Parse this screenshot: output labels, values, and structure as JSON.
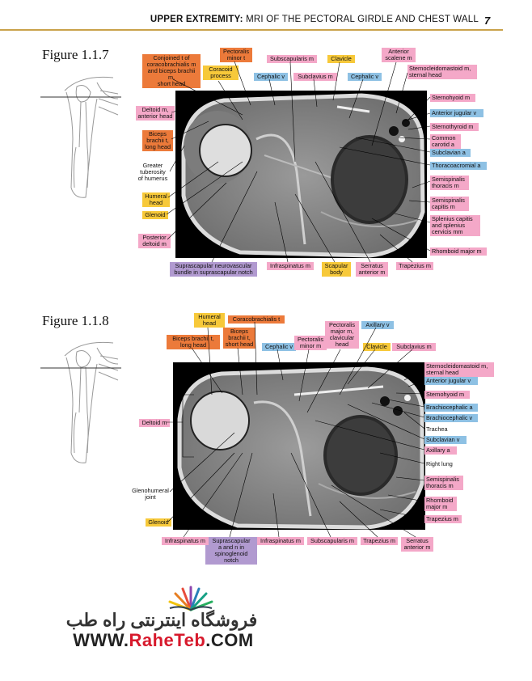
{
  "header": {
    "title_bold": "UPPER EXTREMITY:",
    "title_rest": "MRI OF THE PECTORAL GIRDLE AND CHEST WALL",
    "page_number": "7"
  },
  "figure1": {
    "title": "Figure 1.1.7",
    "labels": {
      "conjoined_t": "Conjoined t of\ncoracobrachialis m\nand biceps brachii m,\nshort head",
      "coracoid_process": "Coracoid\nprocess",
      "pectoralis_minor_t": "Pectoralis\nminor t",
      "cephalic_v": "Cephalic v",
      "subscapularis_m": "Subscapularis m",
      "subclavius_m": "Subclavius m",
      "clavicle": "Clavicle",
      "cephalic_v2": "Cephalic v",
      "anterior_scalene_m": "Anterior\nscalene m",
      "sternocleidomastoid": "Sternocleidomastoid m,\nsternal head",
      "sternohyoid_m": "Sternohyoid m",
      "anterior_jugular_v": "Anterior jugular v",
      "sternothyroid_m": "Sternothyroid m",
      "common_carotid_a": "Common\ncarotid a",
      "subclavian_a": "Subclavian a",
      "thoracoacromial_a": "Thoracoacromial a",
      "semispinalis_thoracis_m": "Semispinalis\nthoracis m",
      "semispinalis_capitis_m": "Semispinalis\ncapitis m",
      "splenius": "Splenius capitis\nand splenius\ncervicis mm",
      "rhomboid_major_m": "Rhomboid major m",
      "trapezius_m": "Trapezius m",
      "serratus_anterior_m": "Serratus\nanterior m",
      "scapular_body": "Scapular\nbody",
      "infraspinatus_m": "Infraspinatus m",
      "suprascapular_bundle": "Suprascapular neurovascular\nbundle in suprascapular notch",
      "posterior_deltoid_m": "Posterior\ndeltoid m",
      "glenoid": "Glenoid",
      "humeral_head": "Humeral\nhead",
      "greater_tuberosity": "Greater\ntuberosity\nof humerus",
      "biceps_long_head": "Biceps\nbrachii t,\nlong head",
      "deltoid_anterior_head": "Deltoid m,\nanterior head"
    }
  },
  "figure2": {
    "title": "Figure 1.1.8",
    "labels": {
      "humeral_head": "Humeral\nhead",
      "coracobrachialis_t": "Coracobrachialis t",
      "biceps_long_head": "Biceps brachii t,\nlong head",
      "biceps_short_head": "Biceps\nbrachii t,\nshort head",
      "cephalic_v": "Cephalic v",
      "pectoralis_minor_m": "Pectoralis\nminor m",
      "pectoralis_major": "Pectoralis\nmajor m,\nclavicular\nhead",
      "axillary_v": "Axillary v",
      "clavicle": "Clavicle",
      "subclavius_m": "Subclavius m",
      "sternocleidomastoid": "Sternocleidomastoid m,\nsternal head",
      "anterior_jugular_v": "Anterior jugular v",
      "sternohyoid_m": "Sternohyoid m",
      "brachiocephalic_a": "Brachiocephalic a",
      "brachiocephalic_v": "Brachiocephalic v",
      "trachea": "Trachea",
      "subclavian_v": "Subclavian v",
      "axillary_a": "Axillary a",
      "right_lung": "Right lung",
      "semispinalis_thoracis_m": "Semispinalis\nthoracis m",
      "rhomboid_major_m": "Rhomboid\nmajor m",
      "trapezius_m_right": "Trapezius m",
      "serratus_anterior_m": "Serratus\nanterior m",
      "trapezius_m": "Trapezius m",
      "subscapularis_m": "Subscapularis m",
      "infraspinatus_m2": "Infraspinatus m",
      "suprascapular": "Suprascapular\na and n in\nspinoglenoid notch",
      "infraspinatus_m": "Infraspinatus m",
      "glenoid": "Glenoid",
      "glenohumeral_joint": "Glenohumeral\njoint",
      "deltoid_m": "Deltoid m"
    }
  },
  "logo": {
    "persian_text": "فروشگاه اینترنتی راه طب",
    "website_prefix": "WWW.",
    "website_brand": "RaheTeb",
    "website_suffix": ".COM"
  }
}
